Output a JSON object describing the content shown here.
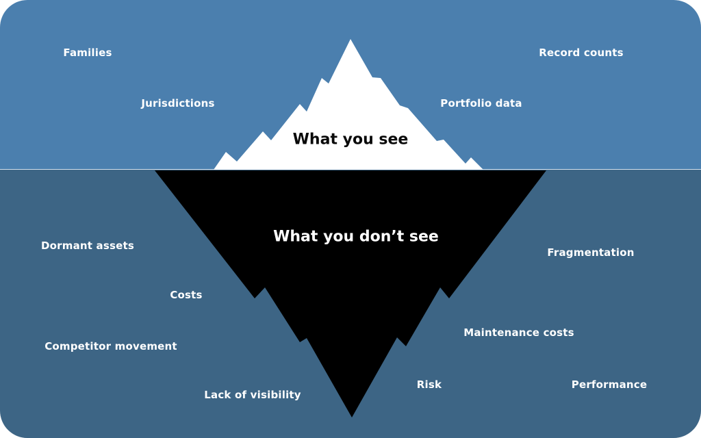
{
  "iceberg": {
    "visible_caption": "What you see",
    "hidden_caption": "What you don’t see"
  },
  "above_water": {
    "labels": [
      "Families",
      "Jurisdictions",
      "Record counts",
      "Portfolio data"
    ]
  },
  "below_water": {
    "labels": [
      "Dormant assets",
      "Costs",
      "Competitor movement",
      "Lack of visibility",
      "Fragmentation",
      "Maintenance costs",
      "Risk",
      "Performance"
    ]
  },
  "colors": {
    "sky": "#4b7fae",
    "sea": "#3d6585",
    "tip": "#ffffff",
    "mass": "#000000",
    "text": "#ffffff"
  }
}
